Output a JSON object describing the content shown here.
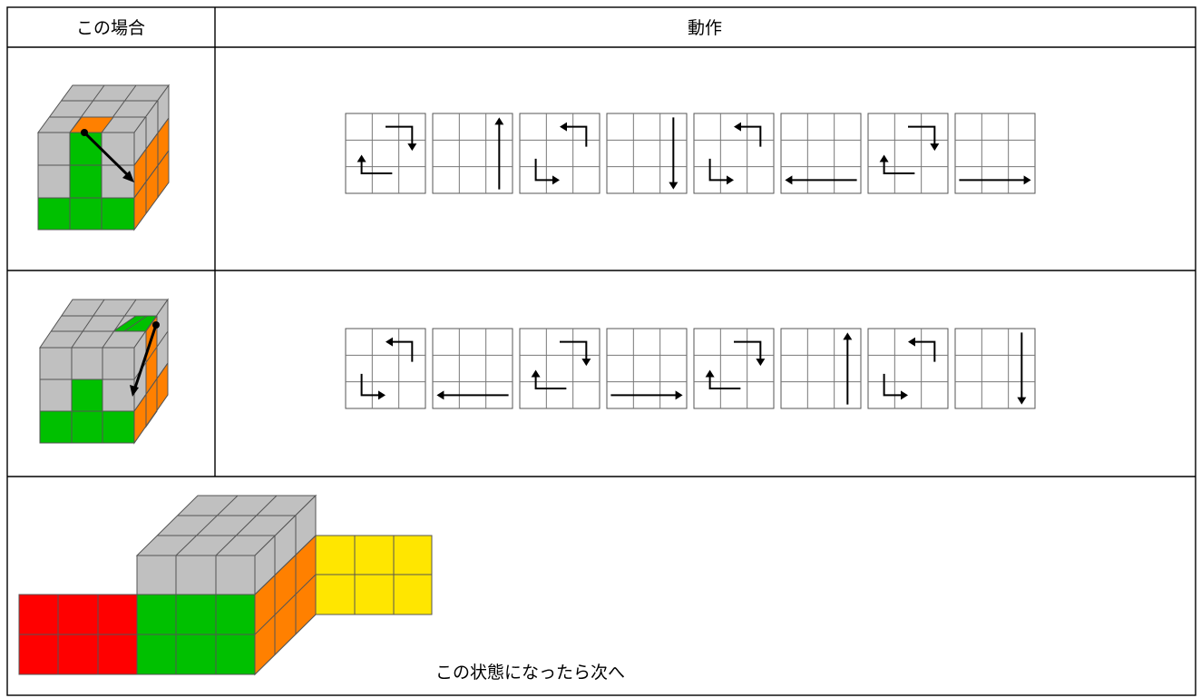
{
  "header": {
    "case_label": "この場合",
    "action_label": "動作"
  },
  "rows": [
    {
      "case": "green column with orange top edge piece, arrow pointing to right edge",
      "moves": [
        "ur-cw",
        "right-up",
        "ul-ccw",
        "right-down",
        "ul-ccw",
        "bottom-left",
        "ur-cw",
        "bottom-right"
      ]
    },
    {
      "case": "green column with green top-right piece, arrow pointing to left edge",
      "moves": [
        "ul-ccw",
        "bottom-left",
        "ur-cw",
        "bottom-right",
        "ur-cw",
        "right-up",
        "ul-ccw",
        "right-down"
      ]
    }
  ],
  "result": {
    "caption": "この状態になったら次へ"
  },
  "colors": {
    "gray": "#c0c0c0",
    "green": "#00c000",
    "orange": "#ff8000",
    "red": "#ff0000",
    "yellow": "#ffe600",
    "border": "#000000"
  }
}
